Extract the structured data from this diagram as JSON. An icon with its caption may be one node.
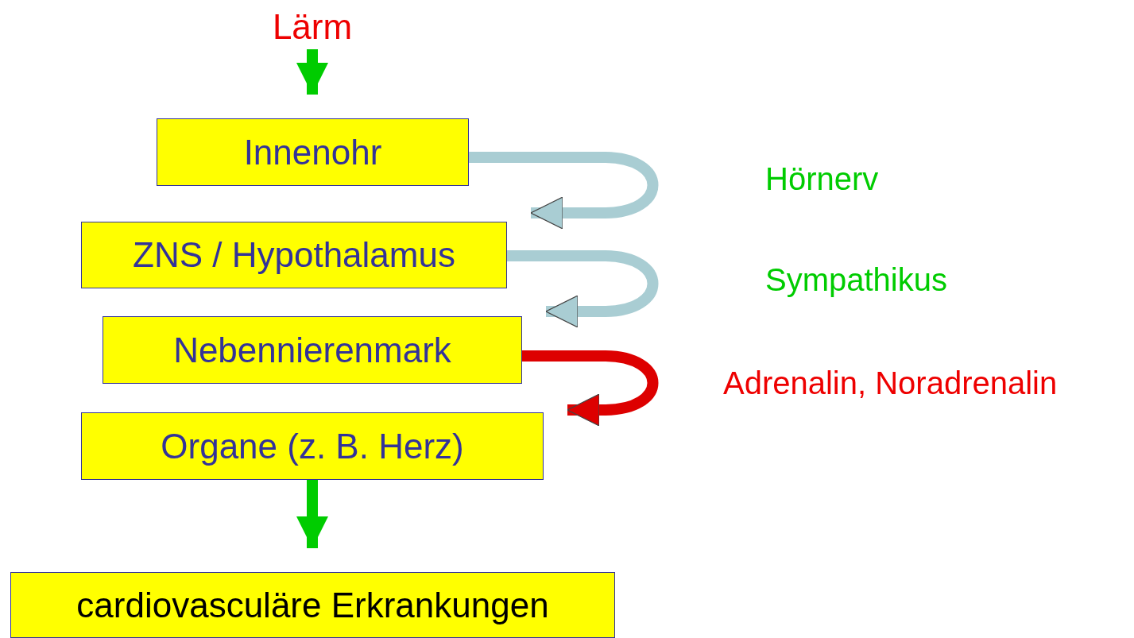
{
  "diagram": {
    "nodes": [
      {
        "text": [
          "Lärm"
        ]
      },
      {
        "text": [
          "Innenohr"
        ]
      },
      {
        "text": [
          "ZNS / Hypothalamus"
        ]
      },
      {
        "text": [
          "Nebennierenmark"
        ]
      },
      {
        "text": [
          "Organe (z. B. Herz)"
        ]
      },
      {
        "text": [
          "cardiovasculäre Erkrankungen"
        ]
      }
    ],
    "edges": [
      {
        "from": 0,
        "to": 1,
        "arrow": "to"
      },
      {
        "from": 1,
        "to": 2,
        "arrow": "to",
        "label": "Hörnerv",
        "color": "#a9cdd3"
      },
      {
        "from": 2,
        "to": 3,
        "arrow": "to",
        "label": "Sympathikus",
        "color": "#a9cdd3"
      },
      {
        "from": 3,
        "to": 4,
        "arrow": "to",
        "label": "Adrenalin, Noradrenalin",
        "color": "#dd0000"
      },
      {
        "from": 4,
        "to": 5,
        "arrow": "to"
      }
    ]
  }
}
